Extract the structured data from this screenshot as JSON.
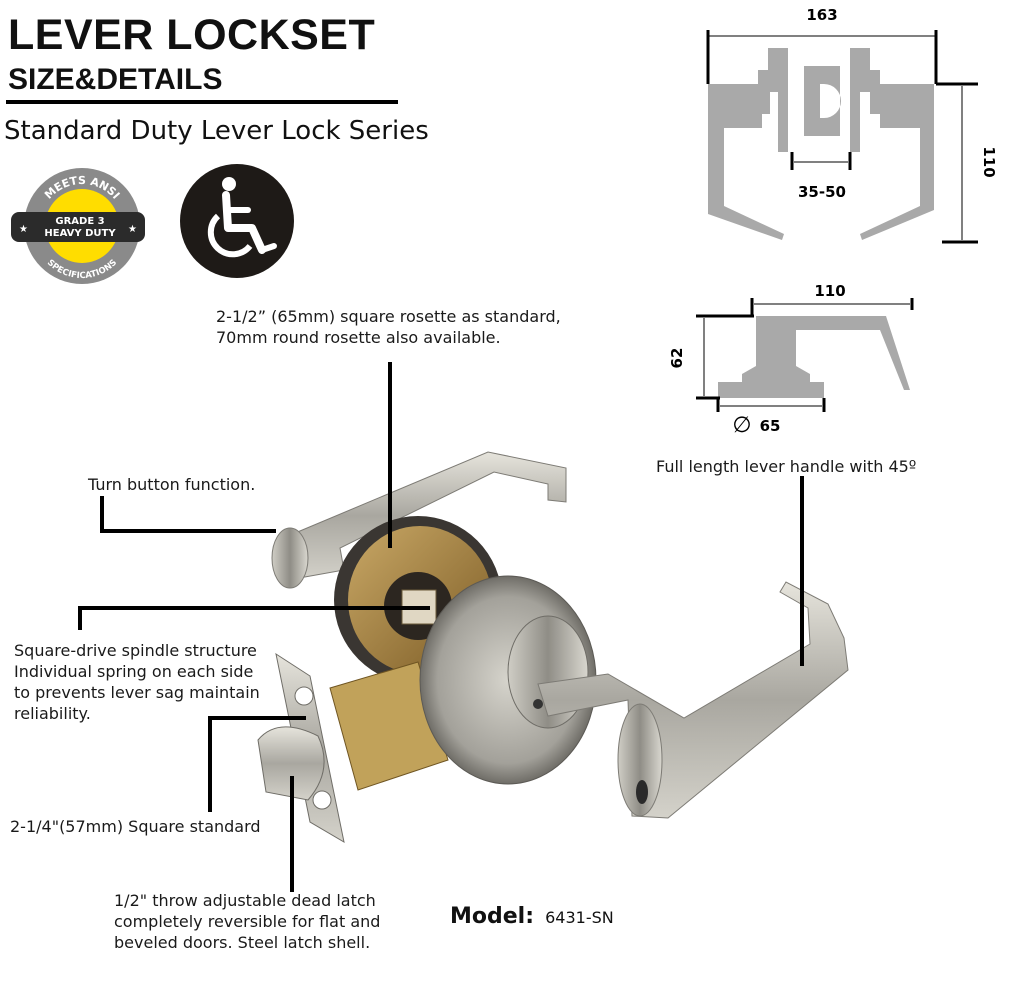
{
  "header": {
    "title": "LEVER LOCKSET",
    "subtitle": "SIZE&DETAILS",
    "series": "Standard Duty Lever Lock Series"
  },
  "badges": {
    "ansi": {
      "top_text": "MEETS ANSI",
      "grade": "GRADE 3",
      "duty": "HEAVY DUTY",
      "bottom_text": "SPECIFICATIONS",
      "star": "★"
    },
    "ada_icon": "wheelchair-accessible-icon"
  },
  "dimensions": {
    "top_view": {
      "width": "163",
      "height": "110",
      "backset": "35-50"
    },
    "side_view": {
      "lever_length": "110",
      "height": "62",
      "rosette": "65",
      "diameter_symbol": "∅"
    }
  },
  "callouts": {
    "rosette": [
      "2-1/2” (65mm) square rosette as standard,",
      " 70mm round rosette also available."
    ],
    "turn_button": [
      "Turn button function."
    ],
    "lever_handle": [
      "Full length lever handle with 45º"
    ],
    "spindle": [
      "Square-drive spindle structure",
      "Individual spring on each side",
      "to prevents lever sag maintain",
      "reliability."
    ],
    "square_standard": [
      "2-1/4\"(57mm) Square standard"
    ],
    "latch": [
      "1/2\"  throw adjustable dead latch",
      " completely reversible for flat and",
      "beveled doors. Steel latch shell."
    ]
  },
  "model": {
    "label": "Model:",
    "value": "6431-SN"
  },
  "colors": {
    "text": "#111111",
    "drawing_gray": "#a9a9a9",
    "badge_yellow": "#ffdd00",
    "badge_gray": "#8a8a8a",
    "badge_dark": "#2b2b2b",
    "satin_nickel": "#b8b6ae",
    "brass": "#9a7a3a"
  }
}
